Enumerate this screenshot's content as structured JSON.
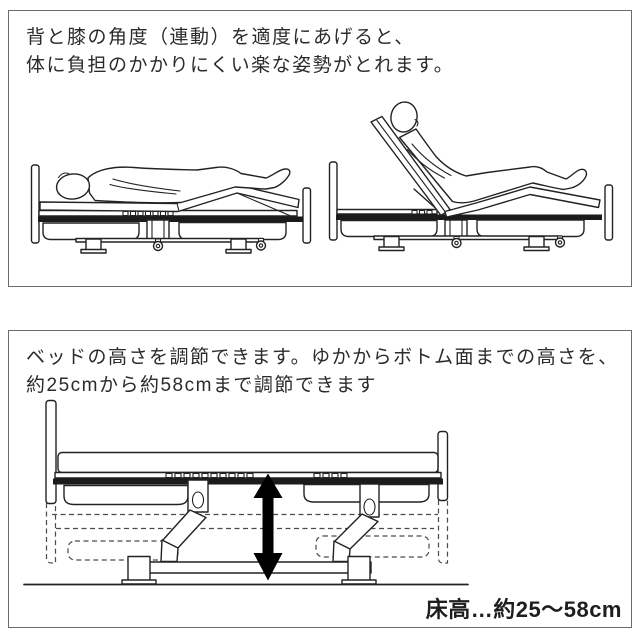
{
  "panels": {
    "posture": {
      "caption_line1": "背と膝の角度（連動）を適度にあげると、",
      "caption_line2": "体に負担のかかりにくい楽な姿勢がとれます。"
    },
    "height": {
      "caption_line1": "ベッドの高さを調節できます。ゆかからボトム面までの高さを、",
      "caption_line2": "約25cmから約58cmまで調節できます",
      "floor_height_label": "床高…約25〜58cm",
      "min_height_cm": 25,
      "max_height_cm": 58
    }
  },
  "icons": {
    "height_arrow": "vertical-double-headed-arrow"
  },
  "colors": {
    "text": "#2b2b2b",
    "line_art": "#222222",
    "dark_fill": "#1b1b1b",
    "panel_border": "#6b6b6b",
    "arrow": "#000000",
    "background": "#ffffff"
  }
}
